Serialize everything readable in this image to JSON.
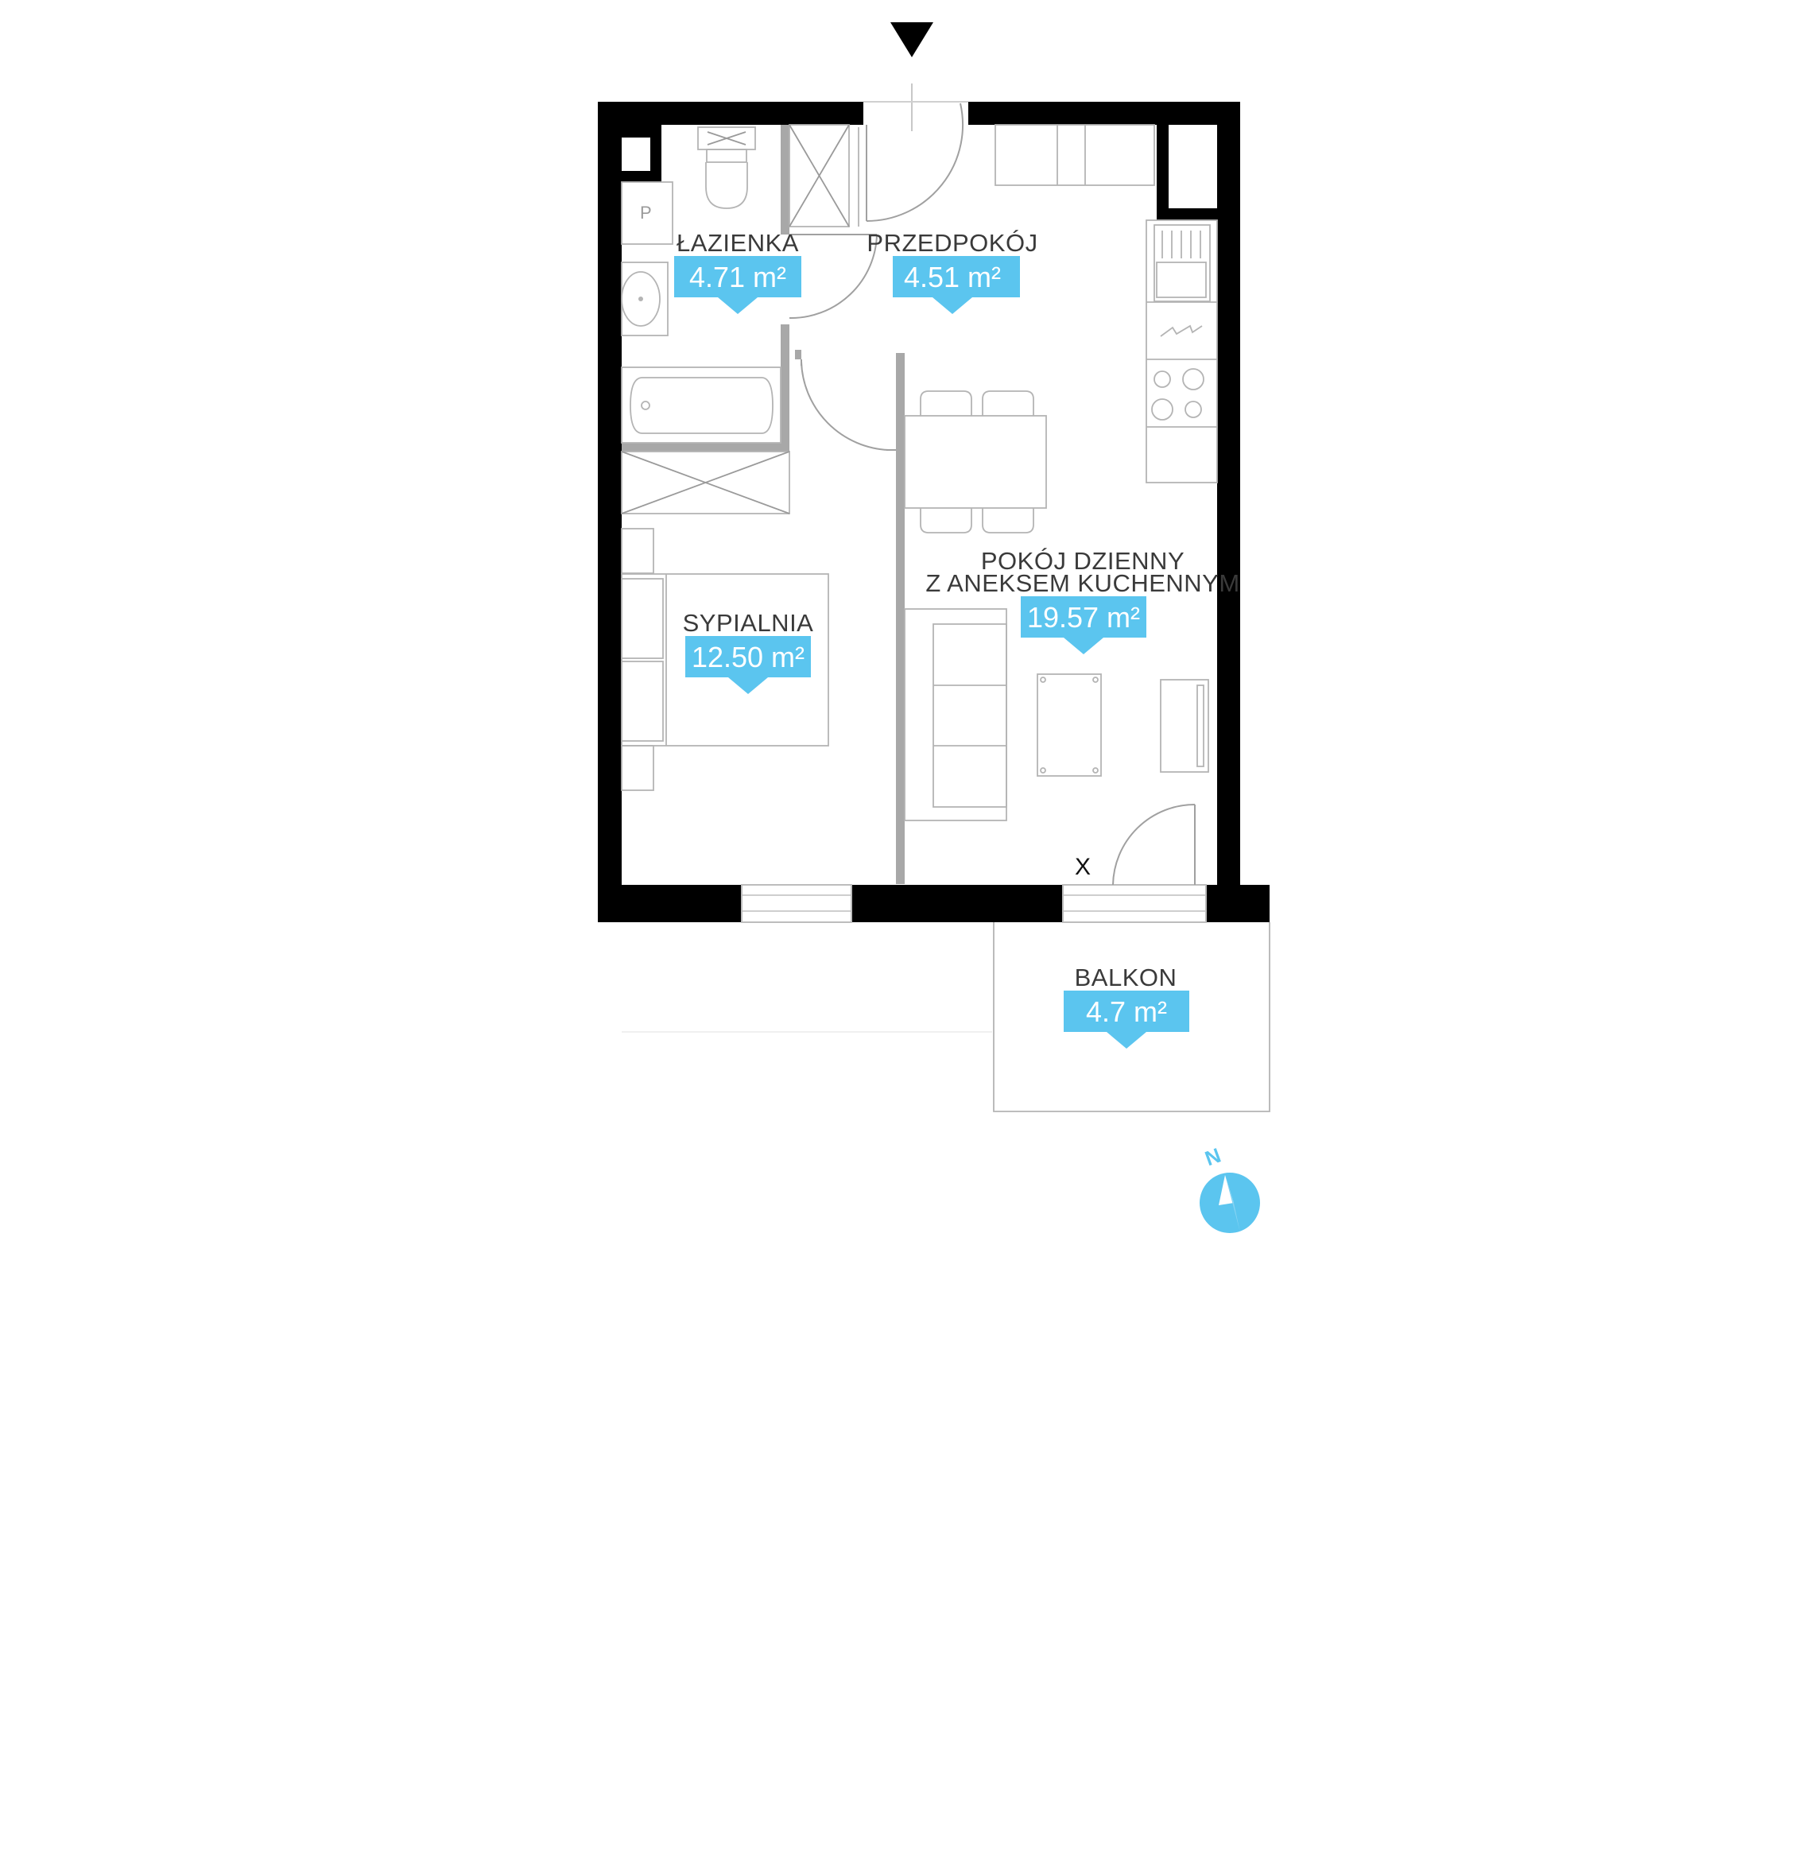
{
  "accent_color": "#5bc5ef",
  "entrance_marker_icon": "entrance-arrow-icon",
  "rooms": [
    {
      "id": "lazienka",
      "name": "ŁAZIENKA",
      "area": "4.71 m²"
    },
    {
      "id": "przedpokoj",
      "name": "PRZEDPOKÓJ",
      "area": "4.51 m²"
    },
    {
      "id": "pokoj",
      "name_line1": "POKÓJ DZIENNY",
      "name_line2": "Z ANEKSEM KUCHENNYM",
      "area": "19.57 m²"
    },
    {
      "id": "sypialnia",
      "name": "SYPIALNIA",
      "area": "12.50 m²"
    },
    {
      "id": "balkon",
      "name": "BALKON",
      "area": "4.7 m²"
    }
  ],
  "window_mark": "X",
  "compass": {
    "label": "N",
    "icon": "compass-icon"
  }
}
